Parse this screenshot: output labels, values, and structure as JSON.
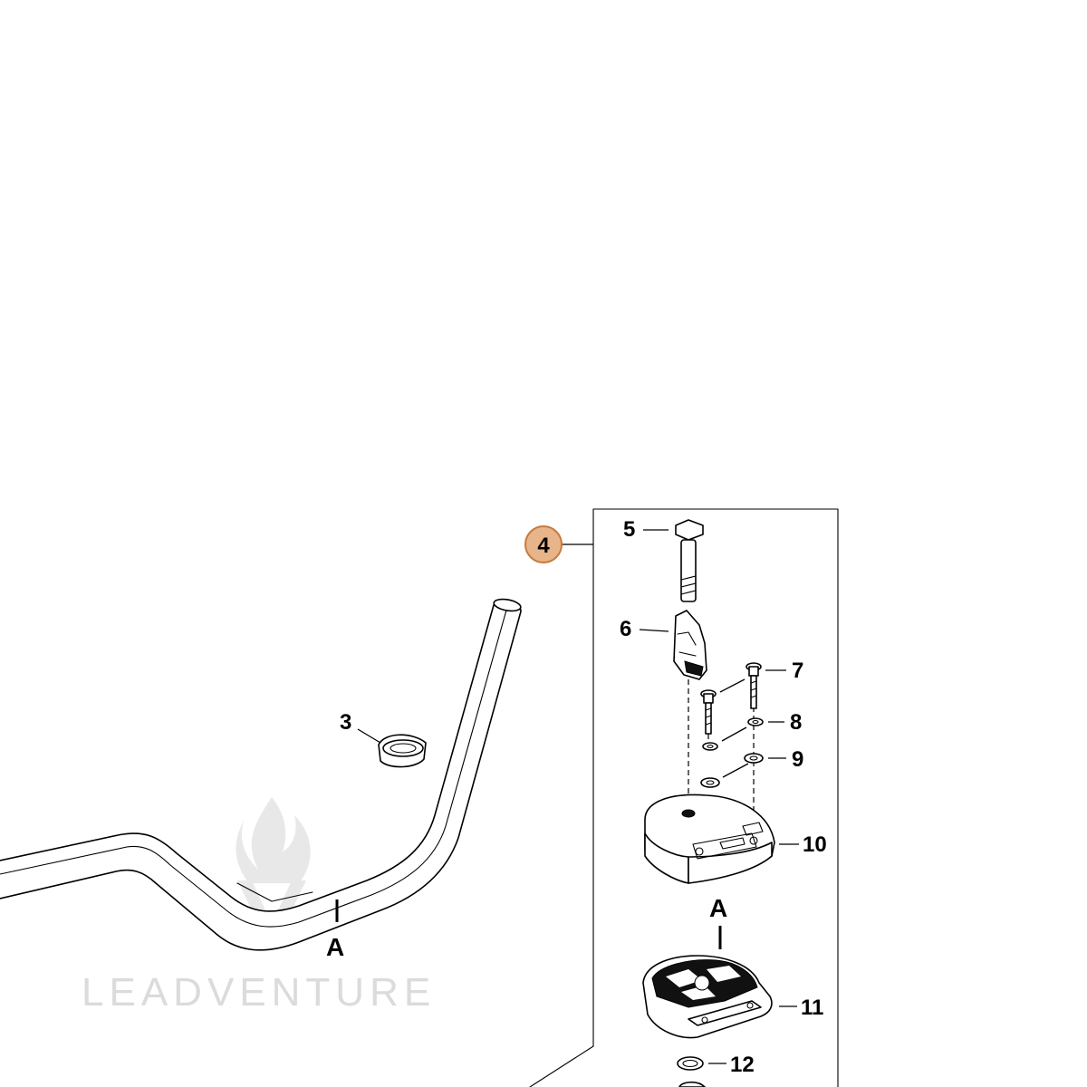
{
  "watermark": {
    "brand": "LEADVENTURE"
  },
  "callouts": {
    "highlighted": "4",
    "parts": [
      "3",
      "5",
      "6",
      "7",
      "8",
      "9",
      "10",
      "11",
      "12"
    ]
  },
  "view_marker": {
    "label": "A"
  },
  "colors": {
    "highlight_fill": "#e8b48a",
    "highlight_stroke": "#c97a3a",
    "line": "#000000"
  }
}
